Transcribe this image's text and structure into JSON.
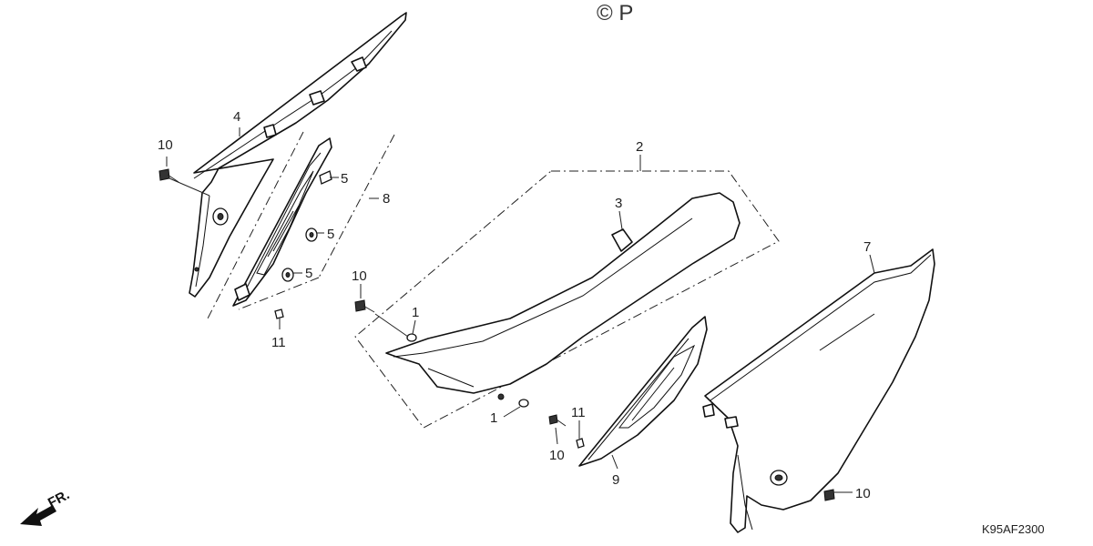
{
  "watermark": "© P",
  "diagram_code": "K95AF2300",
  "front_label": "FR.",
  "callouts": {
    "c1a": "1",
    "c1b": "1",
    "c2": "2",
    "c3": "3",
    "c4": "4",
    "c5a": "5",
    "c5b": "5",
    "c5c": "5",
    "c7": "7",
    "c8": "8",
    "c9": "9",
    "c10a": "10",
    "c10b": "10",
    "c10c": "10",
    "c10d": "10",
    "c11a": "11",
    "c11b": "11"
  }
}
